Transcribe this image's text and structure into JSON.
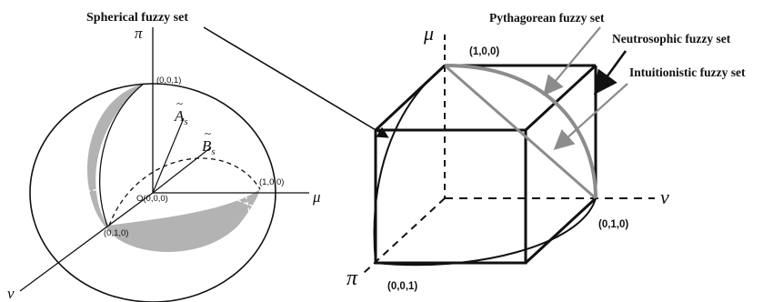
{
  "labels": {
    "spherical": "Spherical fuzzy set",
    "pythagorean": "Pythagorean fuzzy set",
    "neutrosophic": "Neutrosophic fuzzy set",
    "intuitionistic": "Intuitionistic  fuzzy set"
  },
  "left_sphere": {
    "axis_pi": "π",
    "axis_mu": "μ",
    "axis_nu": "ν",
    "point_001": "(0,0,1)",
    "point_100": "(1,0,0)",
    "point_010": "(0,1,0)",
    "origin": "O(0,0,0)",
    "vec_a_base": "A",
    "vec_a_sub": "s",
    "vec_b_base": "B",
    "vec_b_sub": "s",
    "tilde": "~"
  },
  "right_cube": {
    "axis_mu": "μ",
    "axis_nu": "ν",
    "axis_pi": "π",
    "point_100": "(1,0,0)",
    "point_010": "(0,1,0)",
    "point_001": "(0,0,1)"
  },
  "colors": {
    "gray_fill": "#b3b3b3",
    "gray_line": "#8c8c8c",
    "black": "#111111"
  }
}
